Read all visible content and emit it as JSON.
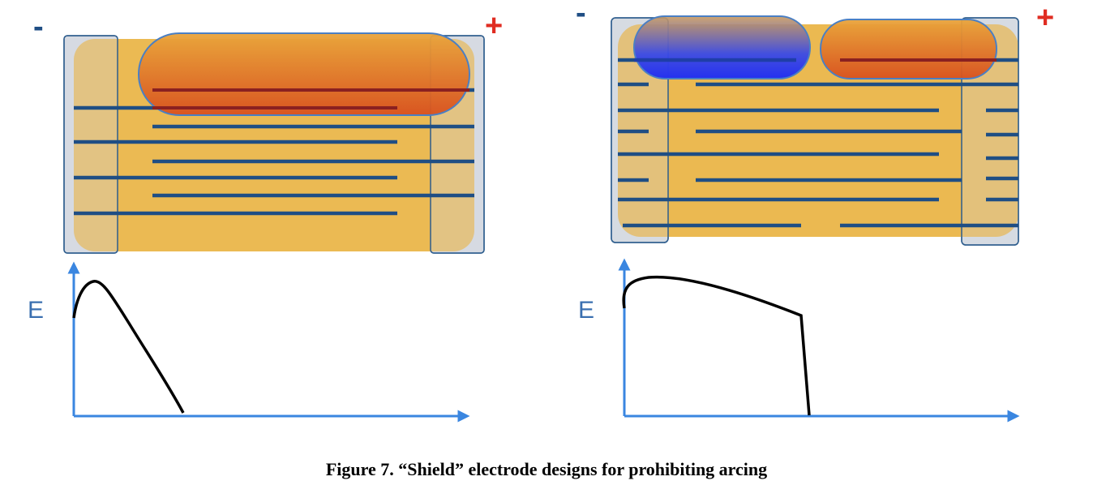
{
  "caption": "Figure 7. “Shield” electrode designs for prohibiting arcing",
  "panels": [
    {
      "minus_sign": "-",
      "plus_sign": "+",
      "axis_label": "E"
    },
    {
      "minus_sign": "-",
      "plus_sign": "+",
      "axis_label": "E"
    }
  ],
  "colors": {
    "body": "#e9b444",
    "termination": "#d6dbe2",
    "electrode": "#1f4e84",
    "electrode_hot": "#8a2020",
    "axis": "#3a86e0",
    "curve": "#000000",
    "plus": "#e02d22",
    "minus": "#1f4e84",
    "hot_zone_top": "#e8a030",
    "hot_zone_bottom": "#d85a20",
    "blue_zone": "#2f3fe8"
  }
}
